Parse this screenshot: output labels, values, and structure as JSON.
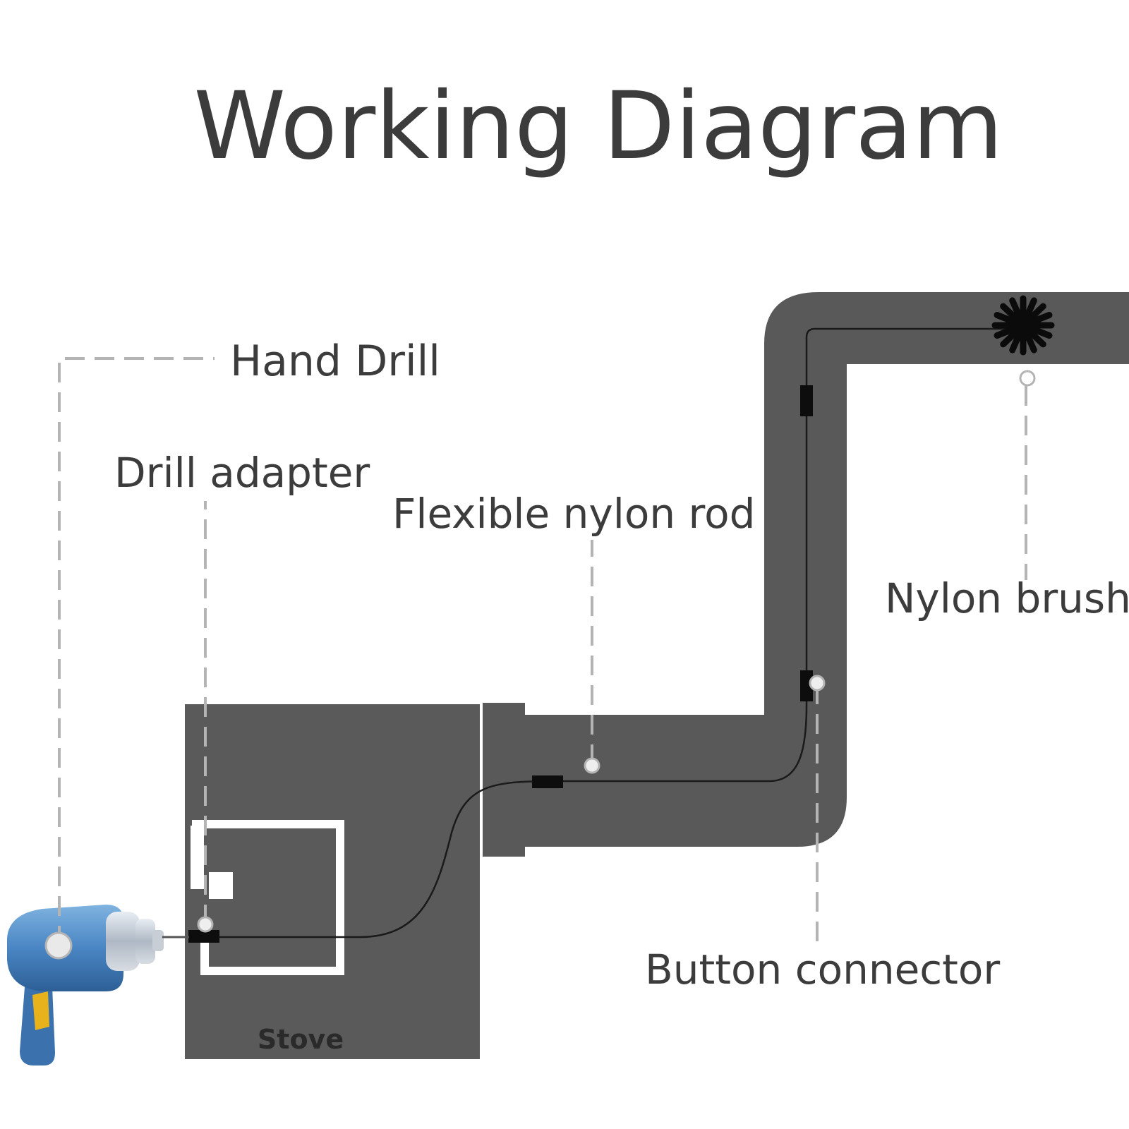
{
  "title": "Working Diagram",
  "labels": {
    "hand_drill": "Hand Drill",
    "drill_adapter": "Drill adapter",
    "flexible_nylon_rod": "Flexible nylon rod",
    "nylon_brush": "Nylon brush",
    "button_connector": "Button connector",
    "stove": "Stove"
  },
  "colors": {
    "pipe": "#595959",
    "stove": "#5a5a5a",
    "leader": "#b4b4b4",
    "text": "#3c3c3c",
    "drill_body": "#4a86c4",
    "drill_trigger": "#e8b21c"
  },
  "icons": {
    "drill": "hand-drill-icon",
    "brush": "nylon-brush-icon"
  }
}
